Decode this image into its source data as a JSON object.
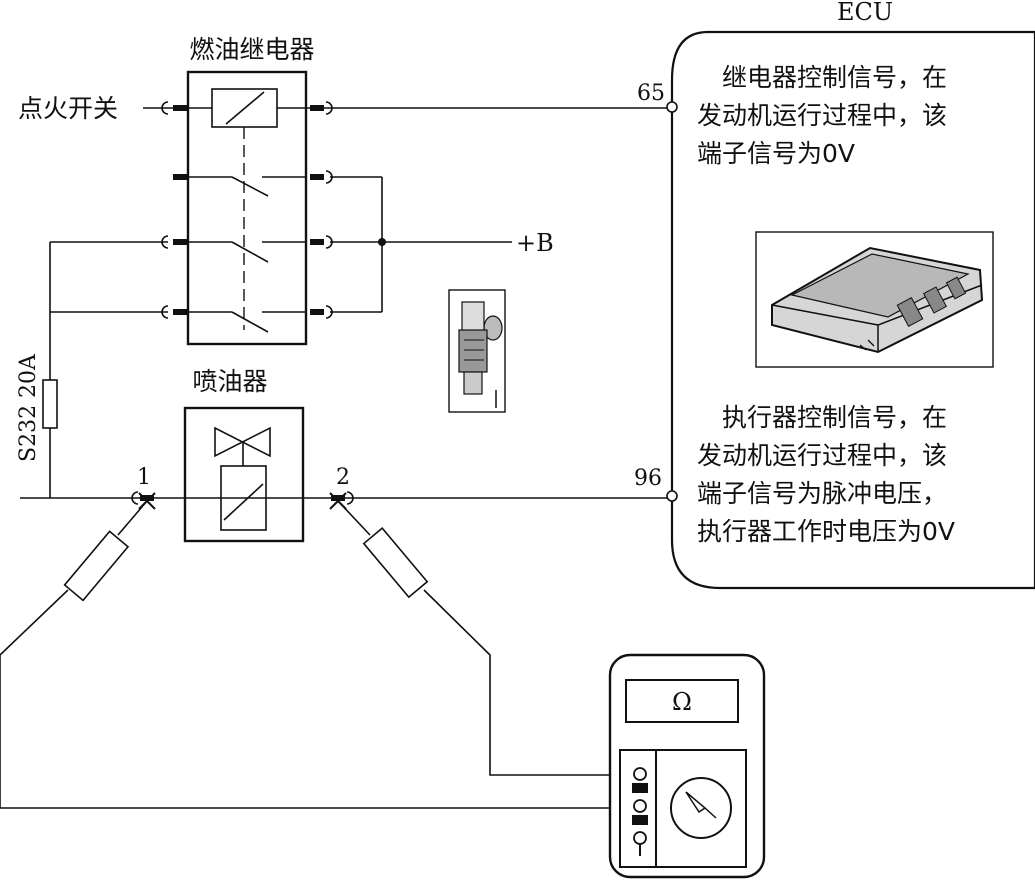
{
  "labels": {
    "ecu": "ECU",
    "fuel_relay": "燃油继电器",
    "ignition_switch": "点火开关",
    "battery": "+B",
    "fuse": "S232 20A",
    "injector": "喷油器",
    "pin_65": "65",
    "pin_96": "96",
    "pin_1": "1",
    "pin_2": "2",
    "meter_unit": "Ω"
  },
  "ecu_notes": {
    "relay_signal": [
      "继电器控制信号，在",
      "发动机运行过程中，该",
      "端子信号为0V"
    ],
    "actuator_signal": [
      "执行器控制信号，在",
      "发动机运行过程中，该",
      "端子信号为脉冲电压，",
      "执行器工作时电压为0V"
    ]
  },
  "colors": {
    "line": "#111111",
    "background": "#ffffff",
    "module_gray": "#b8b8b8"
  },
  "icons": [
    "relay-coil-icon",
    "injector-valve-icon",
    "fuel-injector-photo",
    "ecu-module-photo",
    "multimeter-icon",
    "probe-icon"
  ]
}
